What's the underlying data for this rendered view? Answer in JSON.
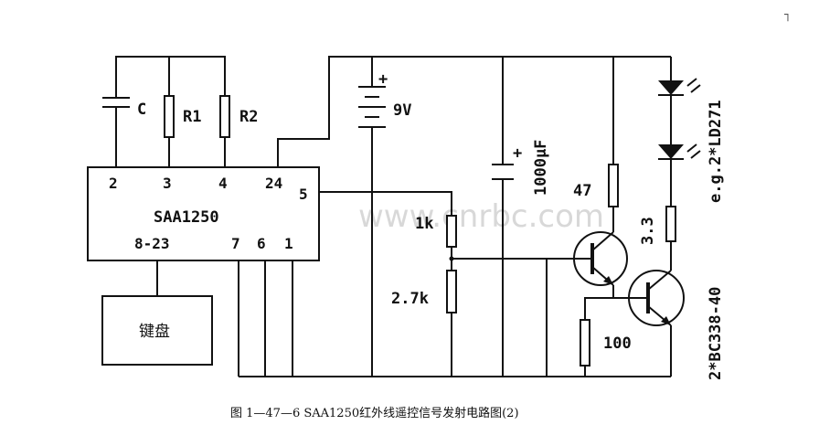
{
  "watermark": "www.cnrbc.com",
  "ic": {
    "name": "SAA1250",
    "pins_top": [
      "2",
      "3",
      "4",
      "24"
    ],
    "pin_side": "5",
    "pins_bottom": [
      "8-23",
      "7",
      "6",
      "1"
    ]
  },
  "components": {
    "c_label": "C",
    "r1_label": "R1",
    "r2_label": "R2",
    "battery_label": "9V",
    "battery_plus": "+",
    "cap_plus": "+",
    "cap_value": "1000µF",
    "r_1k": "1k",
    "r_2k7": "2.7k",
    "r_47": "47",
    "r_3_3": "3.3",
    "r_100": "100",
    "leds_label": "e.g.2*LD271",
    "transistors_label": "2*BC338-40",
    "keyboard_label": "键盘"
  },
  "caption": "图 1—47—6   SAA1250红外线遥控信号发射电路图(2)",
  "corner_mark": "┐"
}
